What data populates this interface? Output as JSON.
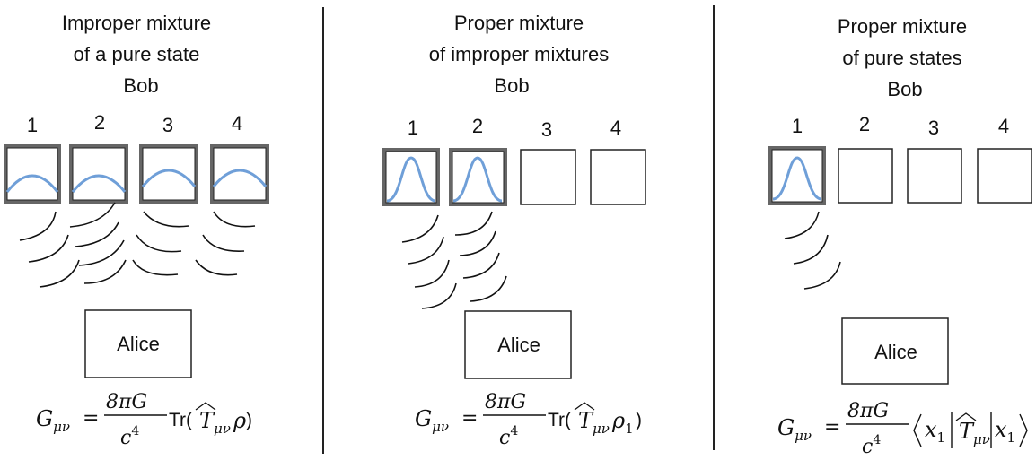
{
  "panels": [
    {
      "title_line1": "Improper mixture",
      "title_line2": "of a pure state",
      "bob": "Bob",
      "box_labels": [
        "1",
        "2",
        "3",
        "4"
      ],
      "box_wave": [
        "flat-arc",
        "flat-arc",
        "flat-arc",
        "flat-arc"
      ],
      "alice": "Alice",
      "formula": {
        "lhs": "G",
        "lhs_sub": "μν",
        "eq": "=",
        "num": "8πG",
        "den": "c",
        "den_sup": "4",
        "rhs_tr": "Tr(",
        "rhs_op": "T",
        "rhs_op_sub": "μν",
        "rhs_rho": "ρ",
        "rhs_rho_sub": "",
        "rhs_close": ")"
      }
    },
    {
      "title_line1": "Proper mixture",
      "title_line2": "of improper mixtures",
      "bob": "Bob",
      "box_labels": [
        "1",
        "2",
        "3",
        "4"
      ],
      "box_wave": [
        "peak",
        "peak",
        "empty",
        "empty"
      ],
      "alice": "Alice",
      "formula": {
        "lhs": "G",
        "lhs_sub": "μν",
        "eq": "=",
        "num": "8πG",
        "den": "c",
        "den_sup": "4",
        "rhs_tr": "Tr(",
        "rhs_op": "T",
        "rhs_op_sub": "μν",
        "rhs_rho": "ρ",
        "rhs_rho_sub": "1",
        "rhs_close": ")"
      }
    },
    {
      "title_line1": "Proper mixture",
      "title_line2": "of pure states",
      "bob": "Bob",
      "box_labels": [
        "1",
        "2",
        "3",
        "4"
      ],
      "box_wave": [
        "peak",
        "empty",
        "empty",
        "empty"
      ],
      "alice": "Alice",
      "formula": {
        "lhs": "G",
        "lhs_sub": "μν",
        "eq": "=",
        "num": "8πG",
        "den": "c",
        "den_sup": "4",
        "bra": "x",
        "bra_sub": "1",
        "rhs_op": "T",
        "rhs_op_sub": "μν",
        "ket": "x",
        "ket_sub": "1"
      }
    }
  ],
  "colors": {
    "wave": "#6f9fd8",
    "box_border": "#222222",
    "box_fill_active": "#e6e6e6",
    "ink": "#111111"
  }
}
